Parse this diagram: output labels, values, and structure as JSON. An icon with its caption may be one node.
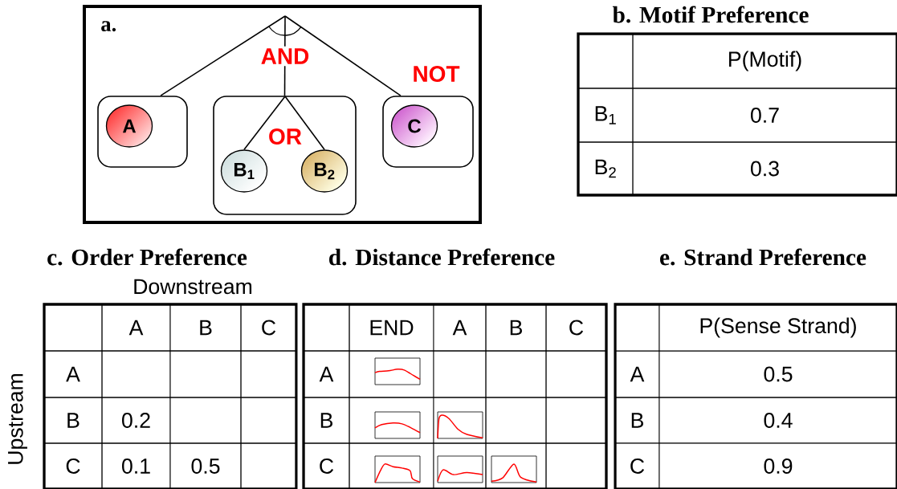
{
  "diagram": {
    "nodes": [
      {
        "text": [
          "a."
        ]
      },
      {
        "text": [],
        "shape": "box",
        "in": 0
      },
      {
        "text": [
          "A"
        ],
        "in": 1
      },
      {
        "text": [],
        "shape": "box",
        "in": 0
      },
      {
        "text": [
          "B$_{1}$"
        ],
        "in": 3
      },
      {
        "text": [
          "B$_{2}$"
        ],
        "in": 3
      },
      {
        "text": [],
        "shape": "box",
        "in": 0
      },
      {
        "text": [
          "C"
        ],
        "in": 6
      }
    ],
    "edges": [
      {
        "from": null,
        "to": 1,
        "arrow": "none"
      },
      {
        "from": null,
        "to": 3,
        "arrow": "none",
        "label": "AND"
      },
      {
        "from": null,
        "to": 6,
        "arrow": "none"
      },
      {
        "from": null,
        "to": 4,
        "arrow": "none"
      },
      {
        "from": null,
        "to": 5,
        "arrow": "none"
      }
    ],
    "labels": [
      "b. Motif Preference",
      "NOT",
      "OR",
      "P(Motif)",
      "B$_{1}$",
      "0.7",
      "B$_{2}$",
      "0.3",
      "c. Order Preference",
      "d. Distance Preference",
      "e. Strand Preference",
      "Downstream",
      "A",
      "B",
      "C",
      "A",
      "B",
      "0.2",
      "C",
      "0.1",
      "0.5",
      "Upstream",
      "END",
      "A",
      "B",
      "C",
      "A",
      "B",
      "C",
      "P(Sense Strand)",
      "A",
      "0.5",
      "B",
      "0.4",
      "C",
      "0.9"
    ]
  }
}
